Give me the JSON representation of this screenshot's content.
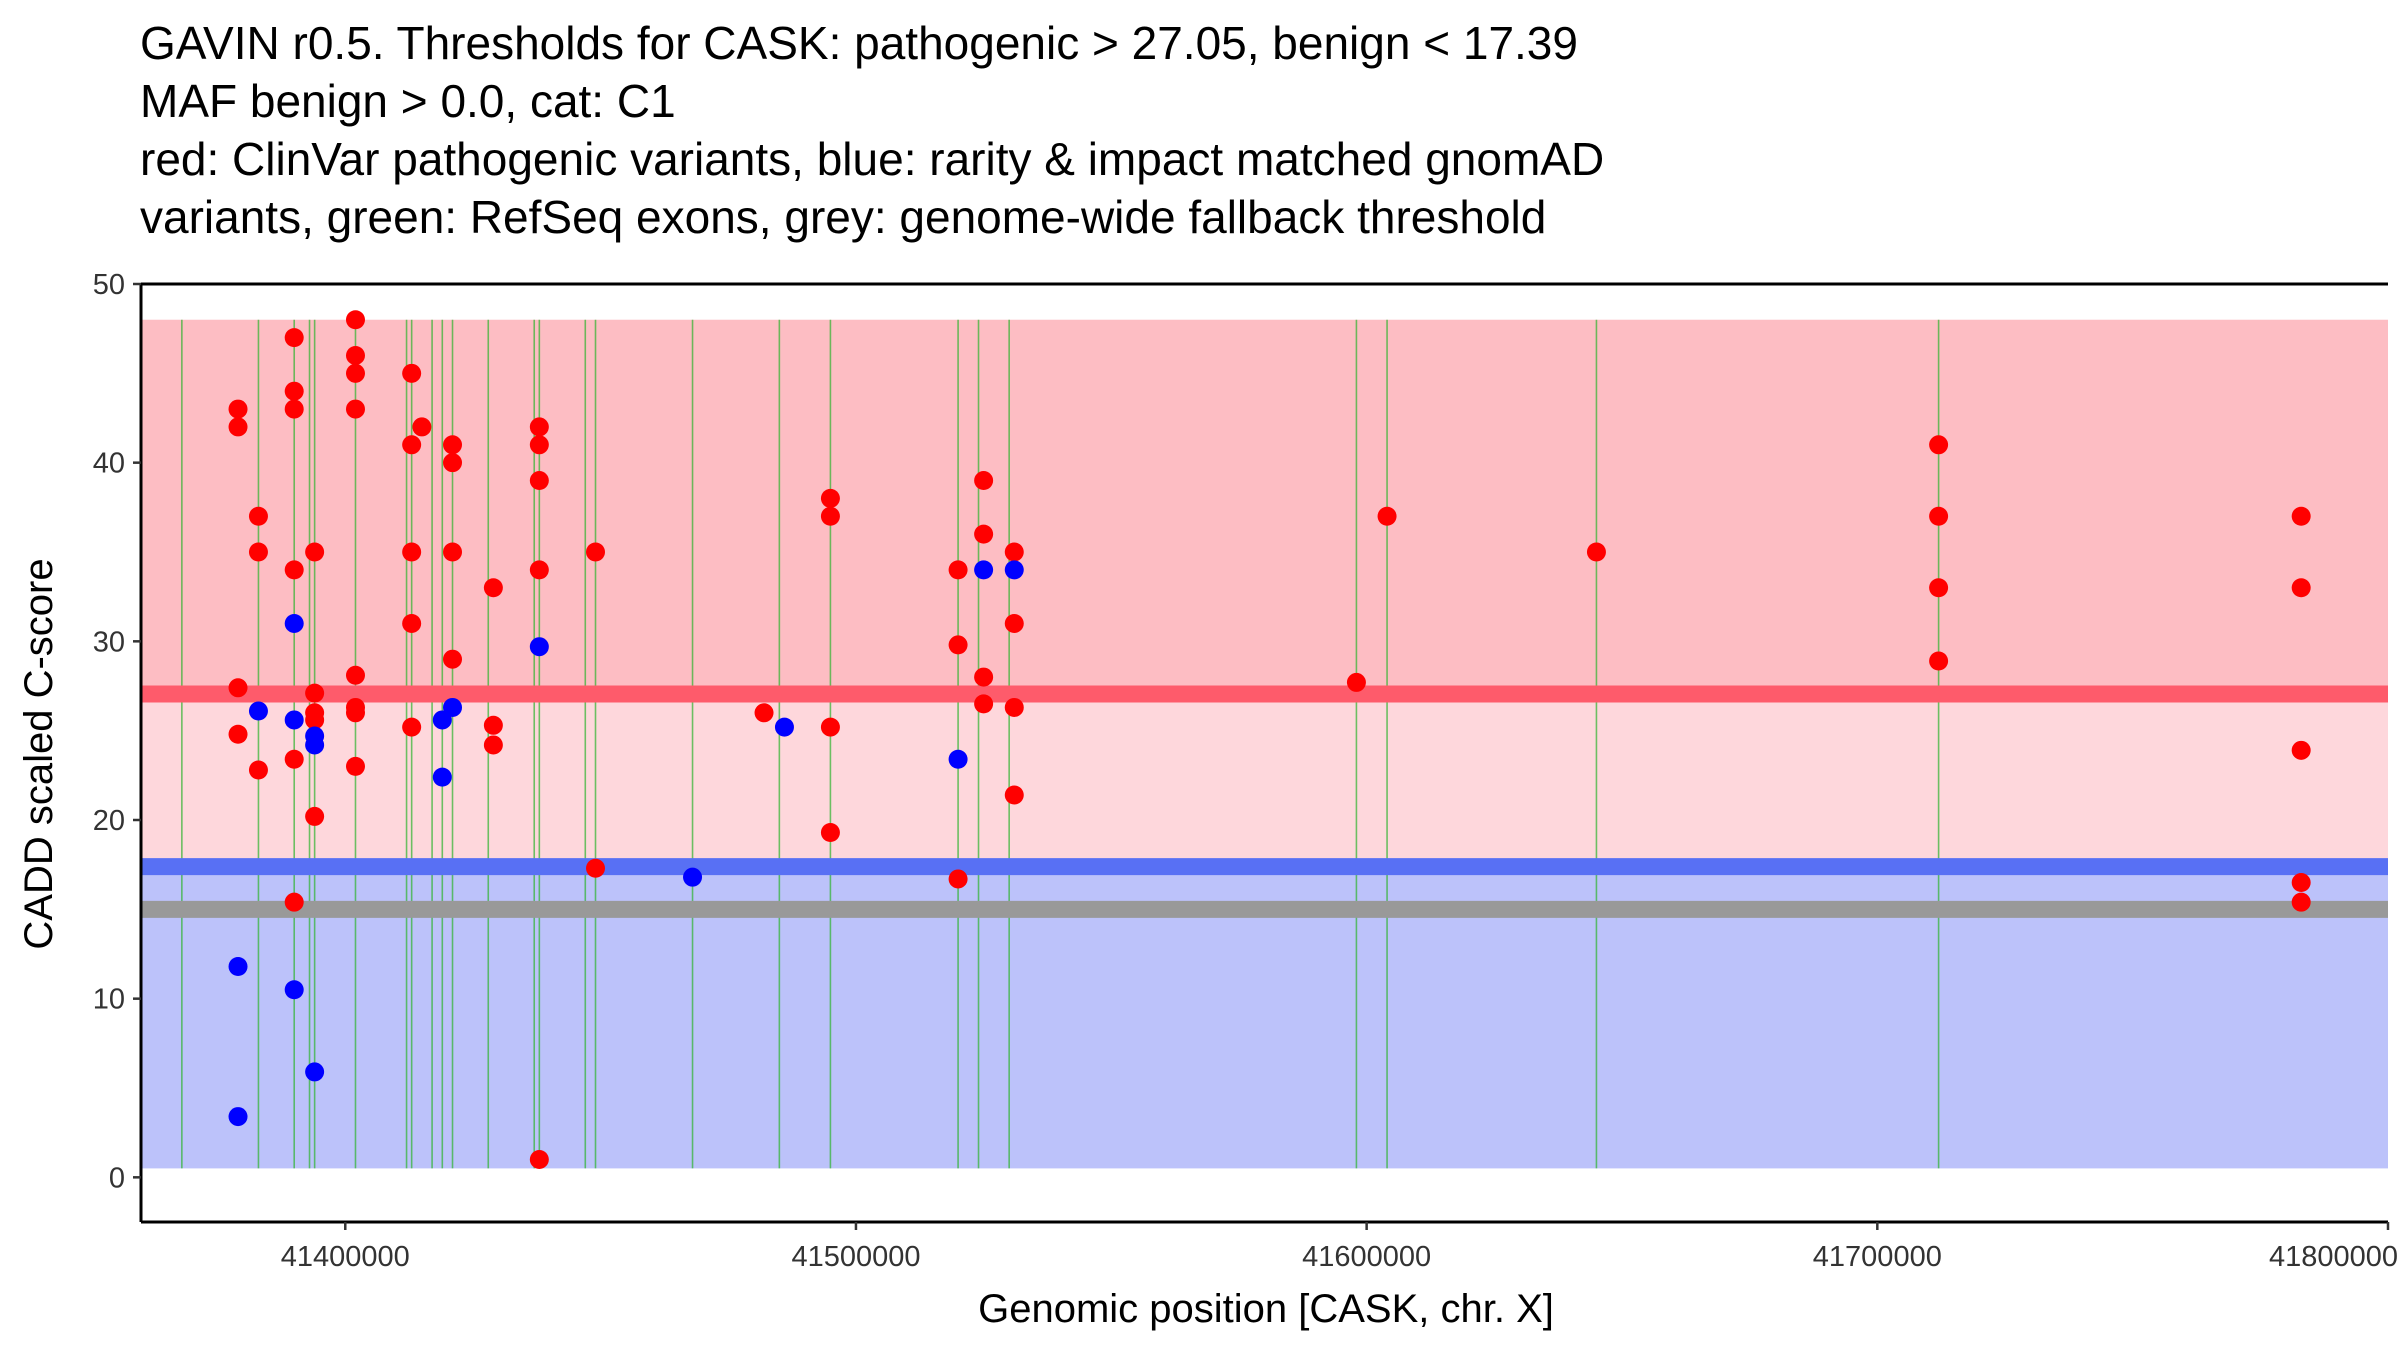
{
  "chart_data": {
    "type": "scatter",
    "title_lines": [
      "GAVIN r0.5. Thresholds for CASK: pathogenic > 27.05, benign < 17.39",
      "MAF benign > 0.0, cat: C1",
      "red: ClinVar pathogenic variants, blue: rarity & impact matched gnomAD",
      "variants, green: RefSeq exons, grey: genome-wide fallback threshold"
    ],
    "xlabel": "Genomic position [CASK, chr. X]",
    "ylabel": "CADD scaled C-score",
    "xlim": [
      41360000,
      41800000
    ],
    "ylim": [
      -2.5,
      50
    ],
    "x_ticks": [
      41400000,
      41500000,
      41600000,
      41700000,
      41800000
    ],
    "x_tick_labels": [
      "41400000",
      "41500000",
      "41600000",
      "41700000",
      "41800000"
    ],
    "y_ticks": [
      0,
      10,
      20,
      30,
      40,
      50
    ],
    "y_tick_labels": [
      "0",
      "10",
      "20",
      "30",
      "40",
      "50"
    ],
    "grid": false,
    "colors": {
      "pathogenic_region": "#fdbdc3",
      "vus_region": "#fed7dc",
      "benign_region": "#bcc2fa",
      "pathogenic_threshold": "#fe5b6b",
      "benign_threshold": "#5870f4",
      "fallback_threshold": "#999999",
      "exon": "#2db32d",
      "pathogenic_point": "#ff0000",
      "benign_point": "#0000ff"
    },
    "regions": {
      "pathogenic": [
        27.05,
        48
      ],
      "vus": [
        17.39,
        27.05
      ],
      "benign": [
        0.5,
        17.39
      ]
    },
    "thresholds": {
      "pathogenic": 27.05,
      "benign": 17.39,
      "fallback": 15.0
    },
    "exon_positions": [
      41368000,
      41383000,
      41390000,
      41393000,
      41394000,
      41402000,
      41412000,
      41413000,
      41417000,
      41419000,
      41421000,
      41428000,
      41437000,
      41438000,
      41447000,
      41449000,
      41468000,
      41485000,
      41495000,
      41520000,
      41524000,
      41530000,
      41598000,
      41604000,
      41645000,
      41712000
    ],
    "series": [
      {
        "name": "ClinVar pathogenic variants",
        "points": [
          [
            41379000,
            43
          ],
          [
            41379000,
            42
          ],
          [
            41379000,
            27.4
          ],
          [
            41379000,
            24.8
          ],
          [
            41383000,
            37
          ],
          [
            41383000,
            35
          ],
          [
            41383000,
            22.8
          ],
          [
            41390000,
            47
          ],
          [
            41390000,
            44
          ],
          [
            41390000,
            43
          ],
          [
            41390000,
            34
          ],
          [
            41390000,
            23.4
          ],
          [
            41390000,
            15.4
          ],
          [
            41394000,
            35
          ],
          [
            41394000,
            27.1
          ],
          [
            41394000,
            26
          ],
          [
            41394000,
            25.6
          ],
          [
            41394000,
            20.2
          ],
          [
            41402000,
            48
          ],
          [
            41402000,
            46
          ],
          [
            41402000,
            45
          ],
          [
            41402000,
            43
          ],
          [
            41402000,
            28.1
          ],
          [
            41402000,
            26.3
          ],
          [
            41402000,
            26
          ],
          [
            41402000,
            23
          ],
          [
            41413000,
            45
          ],
          [
            41413000,
            41
          ],
          [
            41413000,
            35
          ],
          [
            41413000,
            31
          ],
          [
            41413000,
            25.2
          ],
          [
            41415000,
            42
          ],
          [
            41421000,
            41
          ],
          [
            41421000,
            40
          ],
          [
            41421000,
            35
          ],
          [
            41421000,
            29
          ],
          [
            41429000,
            33
          ],
          [
            41429000,
            25.3
          ],
          [
            41429000,
            24.2
          ],
          [
            41438000,
            42
          ],
          [
            41438000,
            41
          ],
          [
            41438000,
            39
          ],
          [
            41438000,
            34
          ],
          [
            41438000,
            1
          ],
          [
            41449000,
            35
          ],
          [
            41449000,
            17.3
          ],
          [
            41482000,
            26
          ],
          [
            41495000,
            38
          ],
          [
            41495000,
            37
          ],
          [
            41495000,
            25.2
          ],
          [
            41495000,
            19.3
          ],
          [
            41520000,
            34
          ],
          [
            41520000,
            29.8
          ],
          [
            41520000,
            16.7
          ],
          [
            41525000,
            39
          ],
          [
            41525000,
            36
          ],
          [
            41525000,
            28
          ],
          [
            41525000,
            26.5
          ],
          [
            41531000,
            35
          ],
          [
            41531000,
            31
          ],
          [
            41531000,
            26.3
          ],
          [
            41531000,
            21.4
          ],
          [
            41598000,
            27.7
          ],
          [
            41604000,
            37
          ],
          [
            41645000,
            35
          ],
          [
            41712000,
            41
          ],
          [
            41712000,
            37
          ],
          [
            41712000,
            33
          ],
          [
            41712000,
            28.9
          ],
          [
            41783000,
            37
          ],
          [
            41783000,
            33
          ],
          [
            41783000,
            23.9
          ],
          [
            41783000,
            16.5
          ],
          [
            41783000,
            15.4
          ]
        ]
      },
      {
        "name": "rarity & impact matched gnomAD variants",
        "points": [
          [
            41379000,
            11.8
          ],
          [
            41379000,
            3.4
          ],
          [
            41383000,
            26.1
          ],
          [
            41390000,
            31
          ],
          [
            41390000,
            25.6
          ],
          [
            41390000,
            10.5
          ],
          [
            41394000,
            24.7
          ],
          [
            41394000,
            24.2
          ],
          [
            41394000,
            5.9
          ],
          [
            41419000,
            25.6
          ],
          [
            41419000,
            22.4
          ],
          [
            41421000,
            26.3
          ],
          [
            41438000,
            29.7
          ],
          [
            41468000,
            16.8
          ],
          [
            41486000,
            25.2
          ],
          [
            41520000,
            23.4
          ],
          [
            41525000,
            34
          ],
          [
            41531000,
            34
          ]
        ]
      }
    ]
  }
}
